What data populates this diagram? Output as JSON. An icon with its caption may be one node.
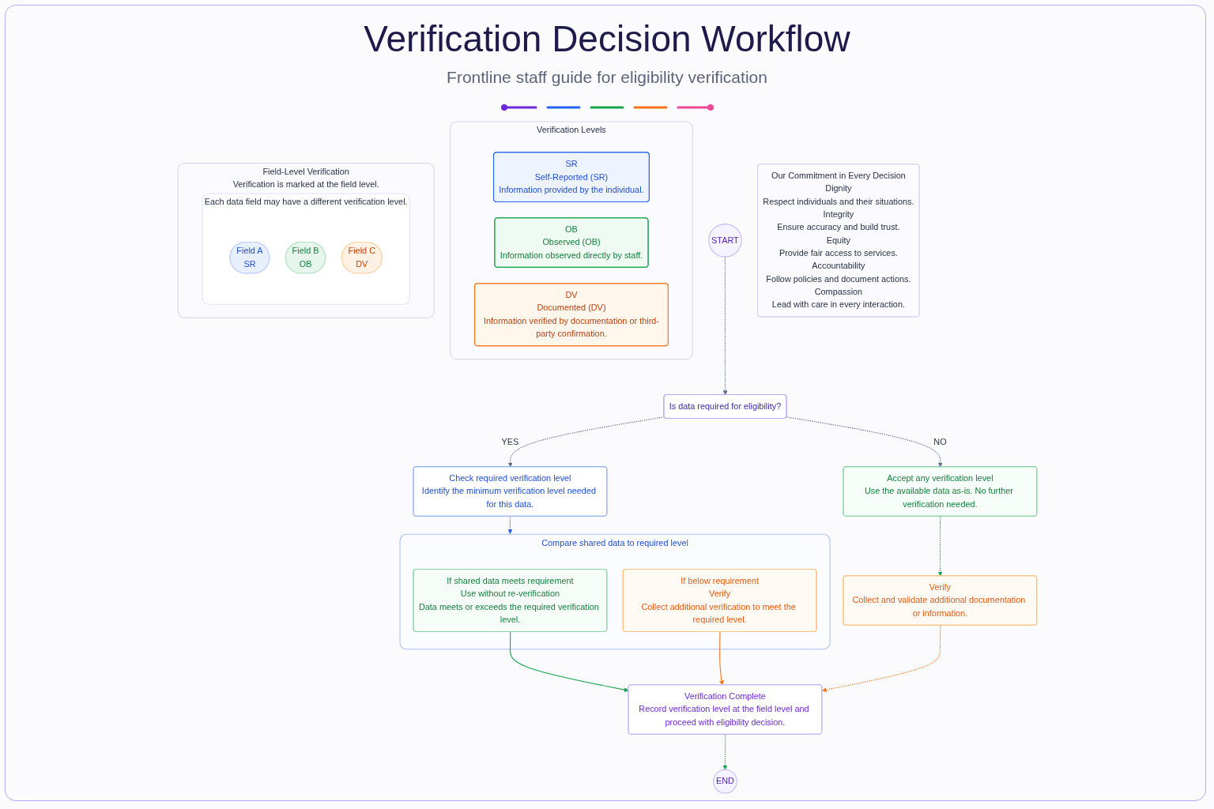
{
  "diagram": {
    "title": "Verification Decision Workflow",
    "nodes": [
      {
        "text": [
          "START"
        ]
      },
      {
        "text": [
          "Is data required for eligibility?"
        ]
      },
      {
        "text": [
          "Check required verification level",
          "Identify the minimum verification level needed for this data."
        ]
      },
      {
        "text": [
          "Accept any verification level",
          "Use the available data as-is. No further verification needed."
        ]
      },
      {
        "text": [
          "Compare shared data to required level"
        ]
      },
      {
        "text": [
          "If shared data meets requirement",
          "Use without re-verification",
          "Data meets or exceeds the required verification level."
        ],
        "in": 4
      },
      {
        "text": [
          "If below requirement",
          "Verify",
          "Collect additional verification to meet the required level."
        ],
        "in": 4
      },
      {
        "text": [
          "Verify",
          "Collect and validate additional documentation or information."
        ]
      },
      {
        "text": [
          "Verification Complete",
          "Record verification level at the field level and proceed with eligibility decision."
        ]
      },
      {
        "text": [
          "END"
        ]
      },
      {
        "text": [
          "Verification Levels"
        ]
      },
      {
        "text": [
          "SR",
          "Self-Reported (SR)",
          "Information provided by the individual."
        ],
        "in": 10
      },
      {
        "text": [
          "OB",
          "Observed (OB)",
          "Information observed directly by staff."
        ],
        "in": 10
      },
      {
        "text": [
          "DV",
          "Documented (DV)",
          "Information verified by documentation or third-party confirmation."
        ],
        "in": 10
      },
      {
        "text": [
          "Field-Level Verification",
          "Verification is marked at the field level."
        ]
      },
      {
        "text": [
          "Each data field may have a different verification level."
        ],
        "in": 14
      },
      {
        "text": [
          "Field A",
          "SR"
        ],
        "in": 15
      },
      {
        "text": [
          "Field B",
          "OB"
        ],
        "in": 15
      },
      {
        "text": [
          "Field C",
          "DV"
        ],
        "in": 15
      },
      {
        "text": [
          "Our Commitment in Every Decision",
          "Dignity",
          "Respect individuals and their situations.",
          "Integrity",
          "Ensure accuracy and build trust.",
          "Equity",
          "Provide fair access to services.",
          "Accountability",
          "Follow policies and document actions.",
          "Compassion",
          "Lead with care in every interaction."
        ]
      }
    ],
    "edges": [
      {
        "from": 0,
        "to": 1,
        "arrow": "to",
        "style": "dashed"
      },
      {
        "from": 1,
        "to": 2,
        "arrow": "to",
        "style": "dashed",
        "label": "YES"
      },
      {
        "from": 1,
        "to": 3,
        "arrow": "to",
        "style": "dashed",
        "label": "NO"
      },
      {
        "from": 2,
        "to": 4,
        "arrow": "to",
        "style": "dashed",
        "color": "#2563eb"
      },
      {
        "from": 3,
        "to": 7,
        "arrow": "to",
        "style": "dashed",
        "color": "#16a34a"
      },
      {
        "from": 5,
        "to": 8,
        "arrow": "to",
        "color": "#16a34a"
      },
      {
        "from": 6,
        "to": 8,
        "arrow": "to",
        "color": "#f97316"
      },
      {
        "from": 7,
        "to": 8,
        "arrow": "to",
        "style": "dashed",
        "color": "#f97316"
      },
      {
        "from": 8,
        "to": 9,
        "arrow": "to",
        "style": "dashed",
        "color": "#16a34a"
      }
    ],
    "labels": [
      "Frontline staff guide for eligibility verification"
    ]
  }
}
